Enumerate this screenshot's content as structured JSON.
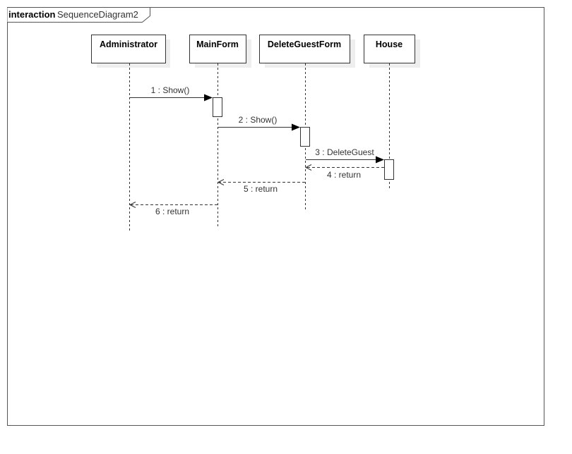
{
  "frame": {
    "keyword": "interaction",
    "name": "SequenceDiagram2"
  },
  "participants": [
    "Administrator",
    "MainForm",
    "DeleteGuestForm",
    "House"
  ],
  "messages": [
    {
      "label": "1 : Show()",
      "from": "Administrator",
      "to": "MainForm",
      "kind": "call"
    },
    {
      "label": "2 : Show()",
      "from": "MainForm",
      "to": "DeleteGuestForm",
      "kind": "call"
    },
    {
      "label": "3 : DeleteGuest",
      "from": "DeleteGuestForm",
      "to": "House",
      "kind": "call"
    },
    {
      "label": "4 : return",
      "from": "House",
      "to": "DeleteGuestForm",
      "kind": "return"
    },
    {
      "label": "5 : return",
      "from": "DeleteGuestForm",
      "to": "MainForm",
      "kind": "return"
    },
    {
      "label": "6 : return",
      "from": "MainForm",
      "to": "Administrator",
      "kind": "return"
    }
  ]
}
